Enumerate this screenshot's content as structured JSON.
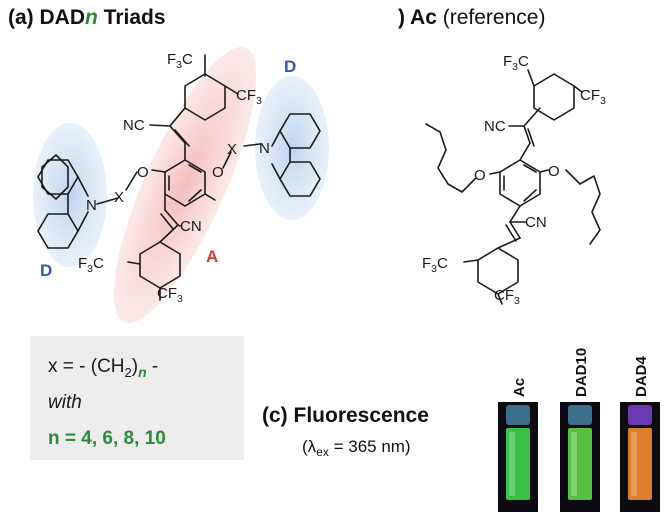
{
  "panel_a": {
    "prefix": "(a) DAD",
    "n": "n",
    "suffix": " Triads",
    "donor_tag": "D",
    "acceptor_tag": "A"
  },
  "panel_b": {
    "prefix": ") Ac",
    "suffix": " (reference)"
  },
  "chem": {
    "f3c": "F",
    "sub3": "3",
    "c": "C",
    "cf": "CF",
    "nc": "NC",
    "cn": "CN",
    "o": "O",
    "n": "N",
    "x": "X"
  },
  "linker_box": {
    "line1_pre": "x = - (CH",
    "line1_sub": "2",
    "line1_mid": ")",
    "line1_n": "n",
    "line1_post": " -",
    "line2": "with",
    "line3": "n = 4, 6, 8, 10"
  },
  "panel_c": {
    "title": "(c) Fluorescence",
    "excitation_open": "(λ",
    "excitation_sub": "ex",
    "excitation_close": " = 365 nm)",
    "vials": [
      {
        "label": "Ac",
        "emission": "#3fd14a"
      },
      {
        "label": "DAD10",
        "emission": "#5fd045"
      },
      {
        "label": "DAD4",
        "emission": "#f08a2a"
      }
    ]
  },
  "colors": {
    "donor_highlight": "#c3d8f0",
    "acceptor_highlight": "#f6c8c8",
    "donor_text": "#3a58a8",
    "acceptor_text": "#d83a3a",
    "n_green": "#2e8b3e",
    "box_bg": "#ededed"
  }
}
